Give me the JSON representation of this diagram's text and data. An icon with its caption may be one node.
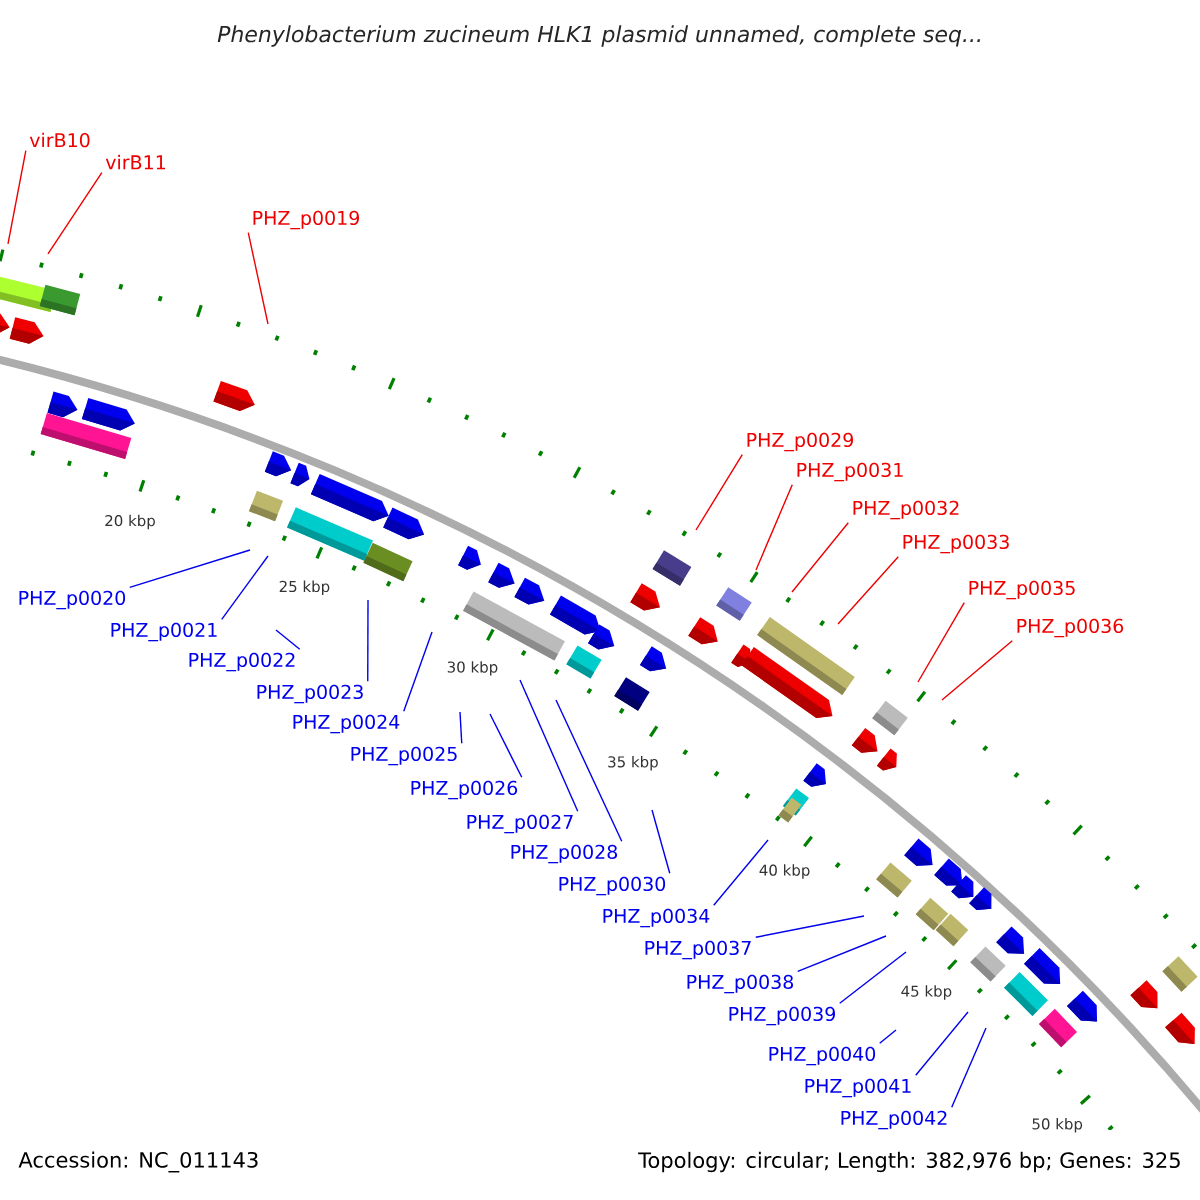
{
  "diagram": {
    "title": "Phenylobacterium zucineum HLK1 plasmid unnamed, complete seq...",
    "nodes": [
      {
        "text": [
          "virB10"
        ]
      },
      {
        "text": [
          "virB11"
        ]
      },
      {
        "text": [
          "PHZ_p0019"
        ]
      },
      {
        "text": [
          "PHZ_p0020"
        ]
      },
      {
        "text": [
          "PHZ_p0021"
        ]
      },
      {
        "text": [
          "PHZ_p0022"
        ]
      },
      {
        "text": [
          "PHZ_p0023"
        ]
      },
      {
        "text": [
          "PHZ_p0024"
        ]
      },
      {
        "text": [
          "PHZ_p0025"
        ]
      },
      {
        "text": [
          "PHZ_p0026"
        ]
      },
      {
        "text": [
          "PHZ_p0027"
        ]
      },
      {
        "text": [
          "PHZ_p0028"
        ]
      },
      {
        "text": [
          "PHZ_p0029"
        ]
      },
      {
        "text": [
          "PHZ_p0030"
        ]
      },
      {
        "text": [
          "PHZ_p0031"
        ]
      },
      {
        "text": [
          "PHZ_p0032"
        ]
      },
      {
        "text": [
          "PHZ_p0033"
        ]
      },
      {
        "text": [
          "PHZ_p0034"
        ]
      },
      {
        "text": [
          "PHZ_p0035"
        ]
      },
      {
        "text": [
          "PHZ_p0036"
        ]
      },
      {
        "text": [
          "PHZ_p0037"
        ]
      },
      {
        "text": [
          "PHZ_p0038"
        ]
      },
      {
        "text": [
          "PHZ_p0039"
        ]
      },
      {
        "text": [
          "PHZ_p0040"
        ]
      },
      {
        "text": [
          "PHZ_p0041"
        ]
      },
      {
        "text": [
          "PHZ_p0042"
        ]
      }
    ],
    "edges": [
      {
        "from": 0,
        "to": null,
        "arrow": "none",
        "color": "#ee0000"
      },
      {
        "from": 1,
        "to": null,
        "arrow": "none",
        "color": "#ee0000"
      },
      {
        "from": 2,
        "to": null,
        "arrow": "none",
        "color": "#ee0000"
      },
      {
        "from": 3,
        "to": null,
        "arrow": "none"
      },
      {
        "from": 4,
        "to": null,
        "arrow": "none"
      },
      {
        "from": 5,
        "to": null,
        "arrow": "none"
      },
      {
        "from": 6,
        "to": null,
        "arrow": "none"
      },
      {
        "from": 7,
        "to": null,
        "arrow": "none"
      },
      {
        "from": 8,
        "to": null,
        "arrow": "none"
      },
      {
        "from": 9,
        "to": null,
        "arrow": "none"
      },
      {
        "from": 10,
        "to": null,
        "arrow": "none"
      },
      {
        "from": 11,
        "to": null,
        "arrow": "none"
      },
      {
        "from": 12,
        "to": null,
        "arrow": "none",
        "color": "#ee0000"
      },
      {
        "from": 13,
        "to": null,
        "arrow": "none"
      },
      {
        "from": 14,
        "to": null,
        "arrow": "none",
        "color": "#ee0000"
      },
      {
        "from": 15,
        "to": null,
        "arrow": "none",
        "color": "#ee0000"
      },
      {
        "from": 16,
        "to": null,
        "arrow": "none",
        "color": "#ee0000"
      },
      {
        "from": 17,
        "to": null,
        "arrow": "none"
      },
      {
        "from": 18,
        "to": null,
        "arrow": "none",
        "color": "#ee0000"
      },
      {
        "from": 19,
        "to": null,
        "arrow": "none",
        "color": "#ee0000"
      },
      {
        "from": 20,
        "to": null,
        "arrow": "none"
      },
      {
        "from": 21,
        "to": null,
        "arrow": "none"
      },
      {
        "from": 22,
        "to": null,
        "arrow": "none"
      },
      {
        "from": 23,
        "to": null,
        "arrow": "none"
      },
      {
        "from": 24,
        "to": null,
        "arrow": "none"
      },
      {
        "from": 25,
        "to": null,
        "arrow": "none"
      }
    ],
    "labels": [
      "20 kbp",
      "25 kbp",
      "30 kbp",
      "35 kbp",
      "40 kbp",
      "45 kbp",
      "50 kbp",
      "Accession: NC_011143",
      "Topology: circular; Length: 382,976 bp; Genes: 325"
    ]
  }
}
